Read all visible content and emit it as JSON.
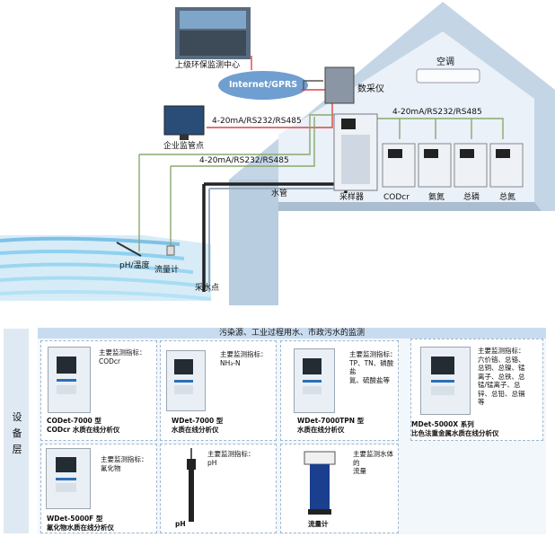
{
  "diagram": {
    "supervision_center": "上级环保监测中心",
    "cloud": "Internet/GPRS",
    "data_logger": "数采仪",
    "enterprise_monitor": "企业监管点",
    "signal_top": "4-20mA/RS232/RS485",
    "signal_mid": "4-20mA/RS232/RS485",
    "signal_low": "4-20mA/RS232/RS485",
    "air_conditioner": "空调",
    "water_pipe": "水管",
    "sampler": "采样器",
    "analyzers": [
      "CODcr",
      "氨氮",
      "总磷",
      "总氮"
    ],
    "ph_temp": "pH/温度",
    "flowmeter": "流量计",
    "sampling_point": "采水点"
  },
  "equipment": {
    "side_label": [
      "设",
      "备",
      "层"
    ],
    "header": "污染源、工业过程用水、市政污水的监测",
    "cards": [
      {
        "indicators": "主要监测指标：\nCODcr",
        "caption": "CODet-7000 型\nCODcr 水质在线分析仪"
      },
      {
        "indicators": "主要监测指标：\nNH₃-N",
        "caption": "WDet-7000 型\n水质在线分析仪"
      },
      {
        "indicators": "主要监测指标：\nTP、TN、磷酸盐\n氮、硫酸盐等",
        "caption": "WDet-7000TPN 型\n水质在线分析仪"
      },
      {
        "indicators": "主要监测指标：\n六价铬、总铬、\n总铜、总镍、锰\n离子、总铁、总\n锰/锰离子、总\n锌、总铅、总镉\n等",
        "caption": "MDet-5000X 系列\n比色法重金属水质在线分析仪"
      },
      {
        "indicators": "主要监测指标：\n氟化物",
        "caption": "WDet-5000F 型\n氟化物水质在线分析仪"
      },
      {
        "indicators": "主要监测指标：\npH",
        "caption": "pH"
      },
      {
        "indicators": "主要监测水体的\n流量",
        "caption": "流量计"
      }
    ]
  }
}
